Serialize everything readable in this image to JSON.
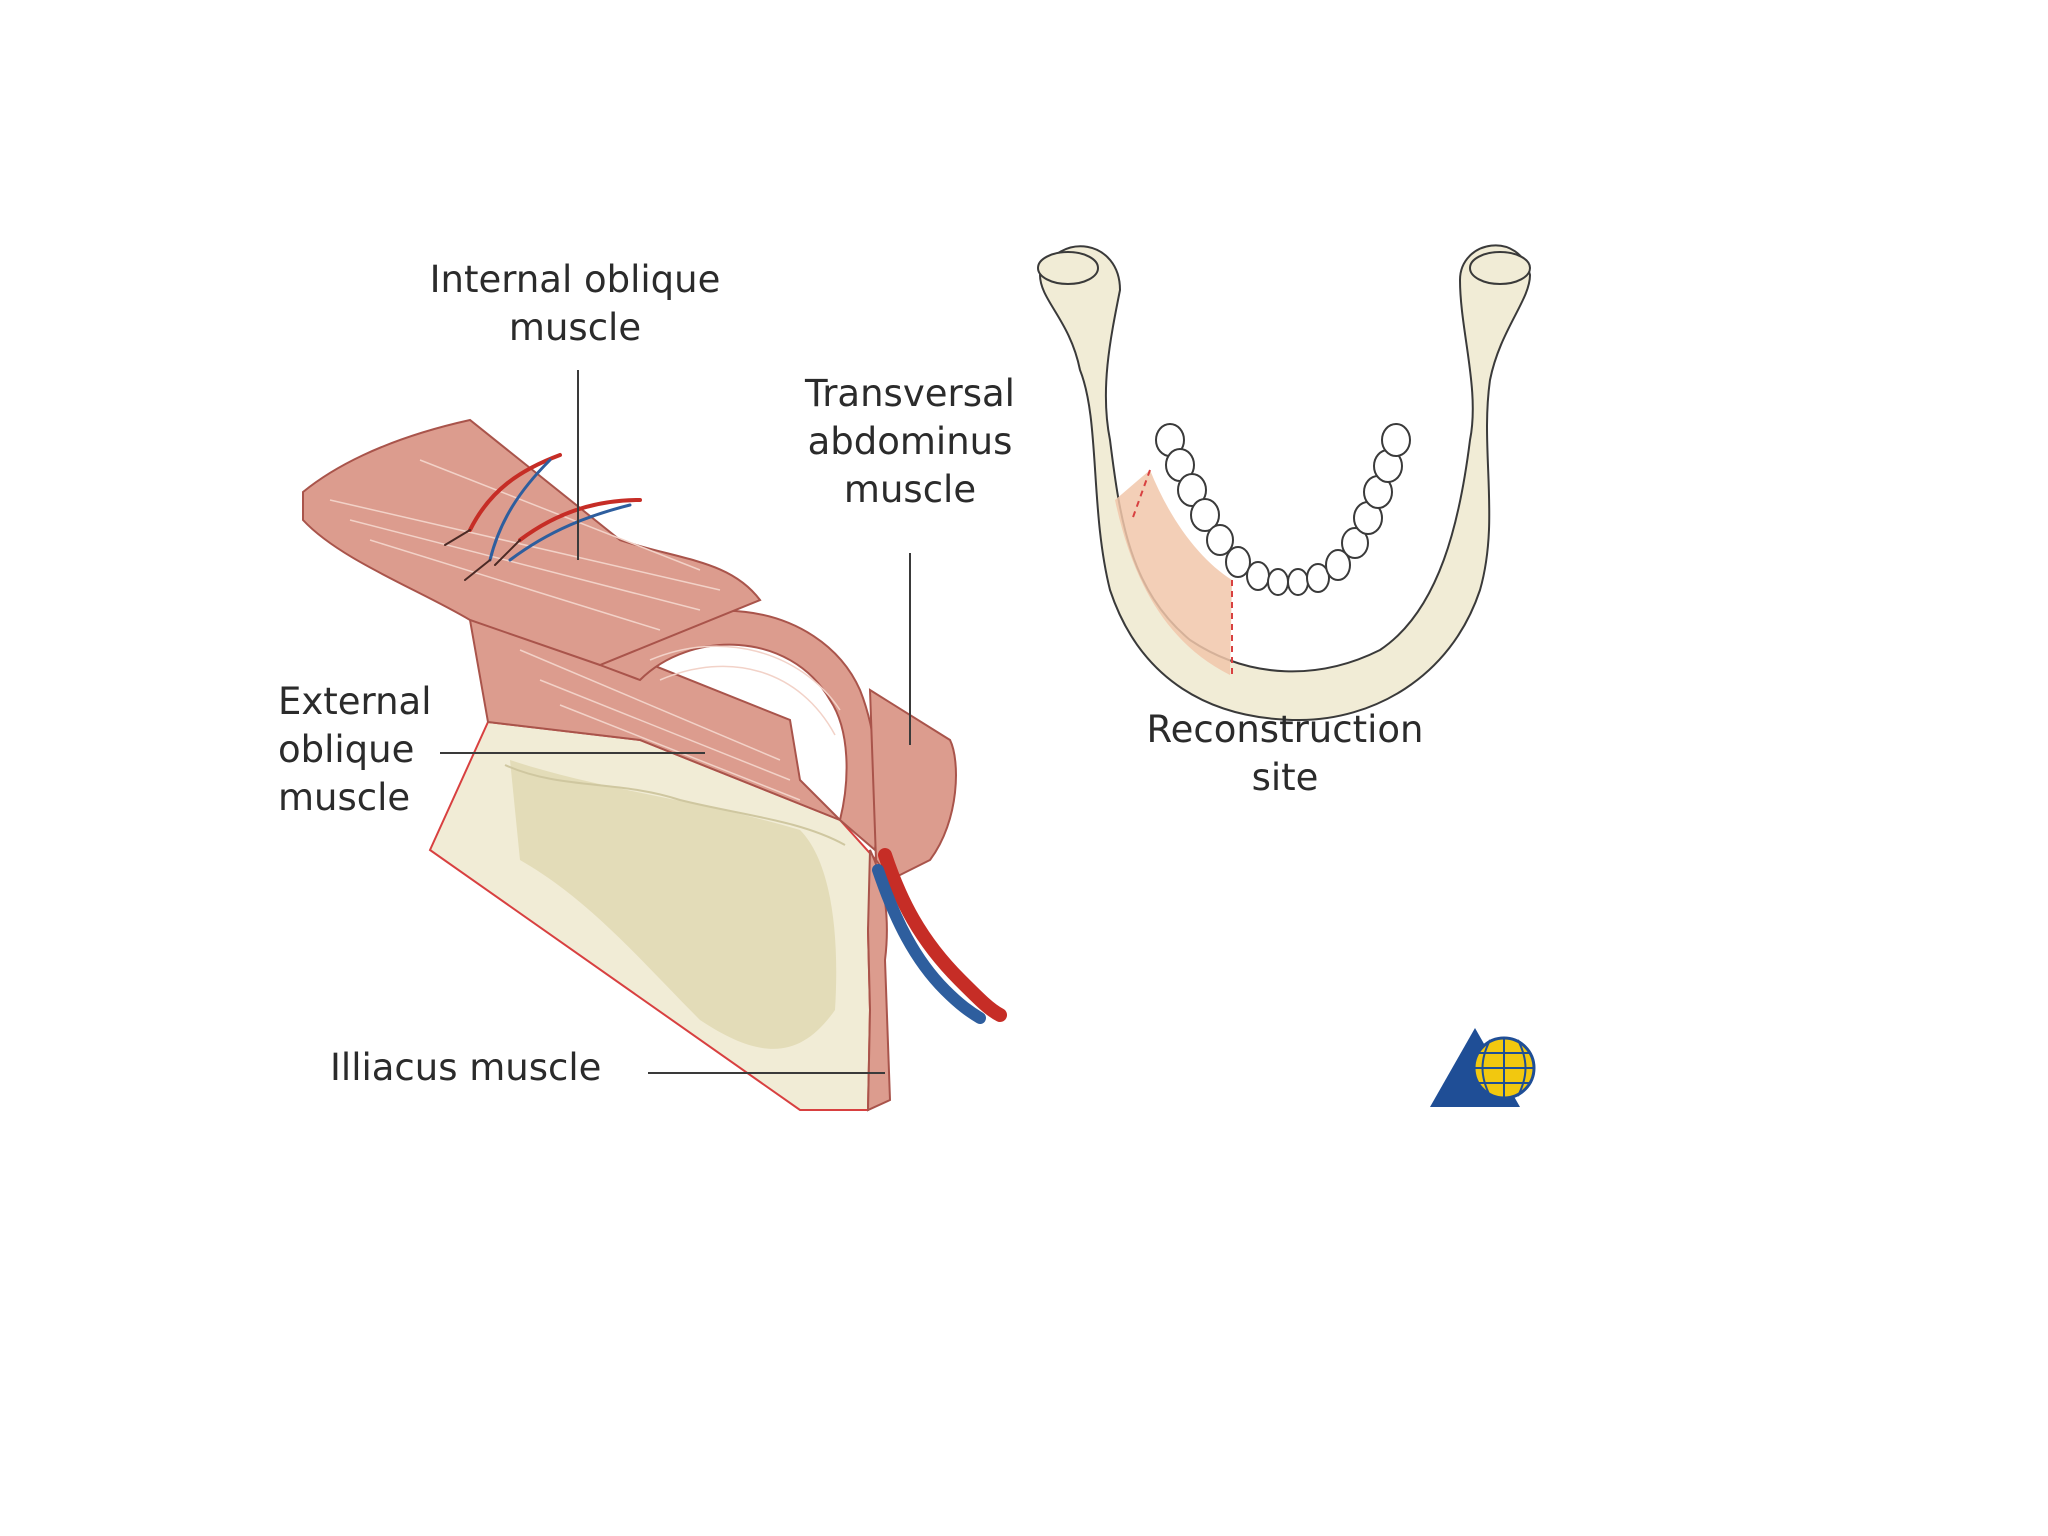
{
  "labels": {
    "internal_oblique": [
      "Internal oblique",
      "muscle"
    ],
    "transversal": [
      "Transversal",
      "abdominus",
      "muscle"
    ],
    "external_oblique": [
      "External",
      "oblique",
      "muscle"
    ],
    "illiacus": [
      "Illiacus muscle"
    ],
    "reconstruction": [
      "Reconstruction",
      "site"
    ]
  },
  "colors": {
    "muscle": "#dc9c8e",
    "muscle_dark": "#a9544b",
    "bone": "#f1ecd6",
    "bone_dark": "#e3dcb8",
    "artery": "#c62d26",
    "vein": "#2e5e9e",
    "cut_outline": "#d84040",
    "text": "#2b2b2b",
    "logo_blue": "#1f4e96",
    "logo_globe": "#f2c80f"
  },
  "icons": {
    "logo": "ao-foundation-globe-logo"
  }
}
